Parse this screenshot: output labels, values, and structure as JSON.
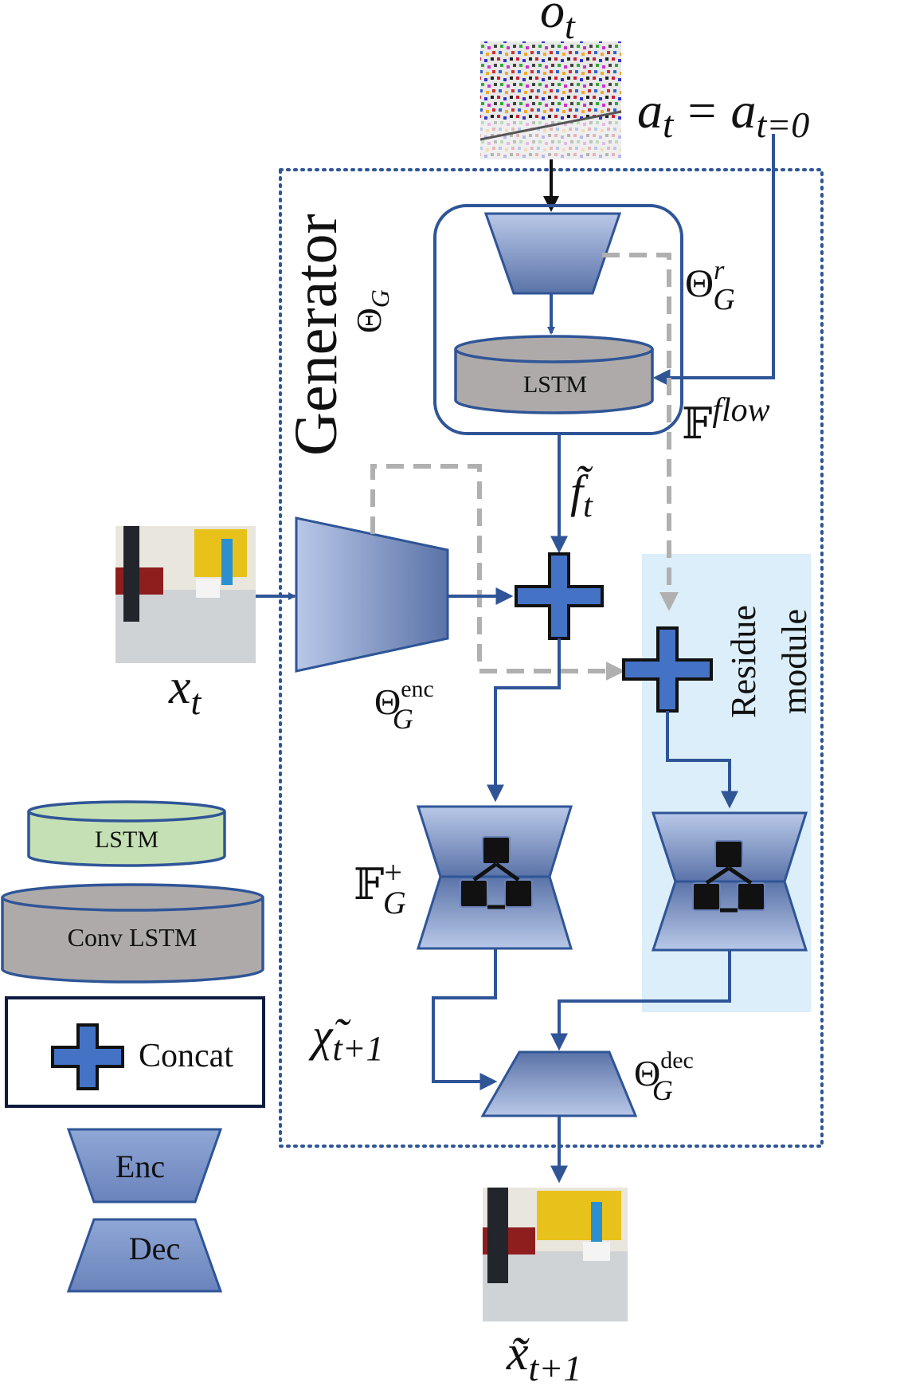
{
  "labels": {
    "o_t": "o",
    "o_t_sub": "t",
    "a_t": "a",
    "a_t_sub": "t",
    "a_eq": "=",
    "a_t0": "a",
    "a_t0_sub": "t=0",
    "generator": "Generator",
    "theta_g": "Θ",
    "theta_g_sub": "G",
    "theta_r": "Θ",
    "theta_r_sup": "r",
    "theta_r_sub": "G",
    "lstm_main": "LSTM",
    "f_flow": "𝔽",
    "f_flow_sup": "flow",
    "f_t": "f̃",
    "f_t_sub": "t",
    "x_t": "x",
    "x_t_sub": "t",
    "theta_enc": "Θ",
    "theta_enc_sup": "enc",
    "theta_enc_sub": "G",
    "residue_line1": "Residue",
    "residue_line2": "module",
    "f_plus": "𝔽",
    "f_plus_sup": "+",
    "f_plus_sub": "G",
    "chi": "χ̃",
    "chi_sub": "t+1",
    "theta_dec": "Θ",
    "theta_dec_sup": "dec",
    "theta_dec_sub": "G",
    "x_next": "x̃",
    "x_next_sub": "t+1"
  },
  "legend": {
    "lstm": "LSTM",
    "conv_lstm": "Conv LSTM",
    "concat": "Concat",
    "enc": "Enc",
    "dec": "Dec"
  },
  "colors": {
    "arrow_blue": "#2f5597",
    "dashed_gray": "#b0b0b0",
    "residue_bg": "#dbeef9",
    "lstm_green": "#c5e0b4",
    "lstm_gray": "#aeaaaa",
    "legend_border": "#0d1b3e"
  }
}
